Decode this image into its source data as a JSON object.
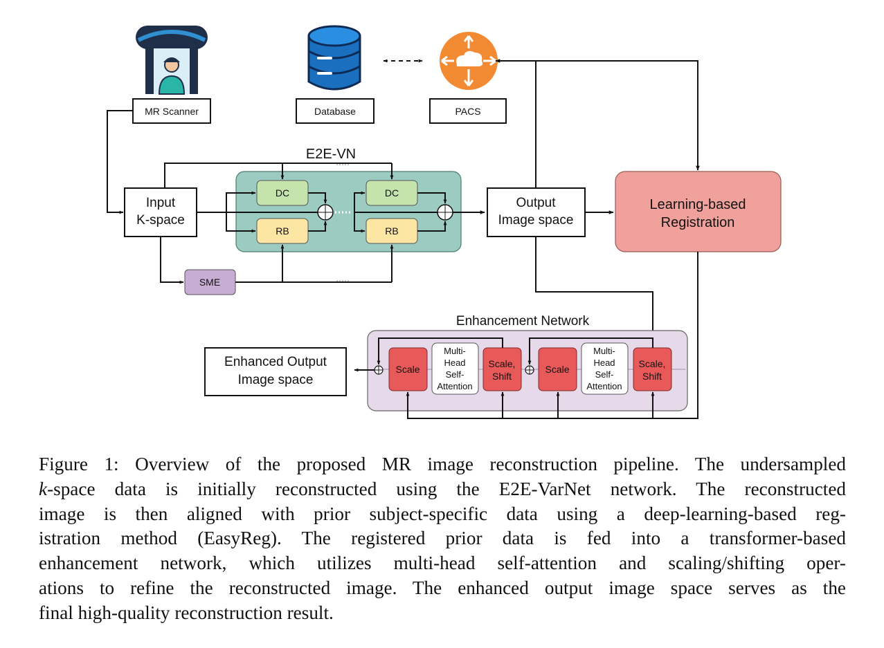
{
  "nodes": {
    "mr_scanner": "MR Scanner",
    "database": "Database",
    "pacs": "PACS",
    "e2e_vn_title": "E2E-VN",
    "input_kspace_line1": "Input",
    "input_kspace_line2": "K-space",
    "dc": "DC",
    "rb": "RB",
    "sme": "SME",
    "output_line1": "Output",
    "output_line2": "Image space",
    "registration_line1": "Learning-based",
    "registration_line2": "Registration",
    "enhancement_title": "Enhancement Network",
    "scale": "Scale",
    "scale_shift_line1": "Scale,",
    "scale_shift_line2": "Shift",
    "mhsa_line1": "Multi-",
    "mhsa_line2": "Head",
    "mhsa_line3": "Self-",
    "mhsa_line4": "Attention",
    "enhanced_line1": "Enhanced Output",
    "enhanced_line2": "Image space"
  },
  "colors": {
    "e2e_panel": "#9ccbc1",
    "dc_box": "#c4e3ad",
    "rb_box": "#fde5a3",
    "sme_box": "#c7acd3",
    "registration_box": "#f0a19b",
    "enhancement_panel": "#e6d9e9",
    "scale_box": "#e85a5a",
    "database_icon": "#1a6fbf",
    "pacs_icon": "#f28a33"
  },
  "icons": {
    "mr_scanner": "mr-scanner-icon",
    "database": "database-icon",
    "pacs": "pacs-network-icon"
  },
  "caption": {
    "prefix": "Figure 1: ",
    "line1": "Overview of the proposed MR image reconstruction pipeline. The undersampled",
    "line2_italic": "k",
    "line2_rest": "-space data is initially reconstructed using the E2E-VarNet network. The reconstructed",
    "line3": "image is then aligned with prior subject-specific data using a deep-learning-based reg-",
    "line4": "istration method (EasyReg). The registered prior data is fed into a transformer-based",
    "line5": "enhancement network, which utilizes multi-head self-attention and scaling/shifting oper-",
    "line6": "ations to refine the reconstructed image. The enhanced output image space serves as the",
    "line7": "final high-quality reconstruction result."
  }
}
